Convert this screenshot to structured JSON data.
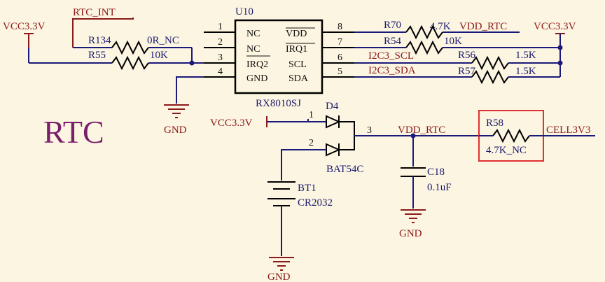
{
  "title": "RTC",
  "nets": {
    "vcc_left": "VCC3.3V",
    "vcc_right": "VCC3.3V",
    "vcc_diode": "VCC3.3V",
    "rtc_int": "RTC_INT",
    "vdd_rtc_top": "VDD_RTC",
    "vdd_rtc_mid": "VDD_RTC",
    "i2c3_scl": "I2C3_SCL",
    "i2c3_sda": "I2C3_SDA",
    "cell": "CELL3V3",
    "gnd_u10": "GND",
    "gnd_c18": "GND",
    "gnd_bt1": "GND"
  },
  "u10": {
    "ref": "U10",
    "part": "RX8010SJ",
    "pins_left": [
      {
        "num": "1",
        "name": "NC"
      },
      {
        "num": "2",
        "name": "NC"
      },
      {
        "num": "3",
        "name": "IRQ2"
      },
      {
        "num": "4",
        "name": "GND"
      }
    ],
    "pins_right": [
      {
        "num": "8",
        "name": "VDD"
      },
      {
        "num": "7",
        "name": "IRQ1"
      },
      {
        "num": "6",
        "name": "SCL"
      },
      {
        "num": "5",
        "name": "SDA"
      }
    ]
  },
  "resistors": {
    "r134": {
      "ref": "R134",
      "value": "0R_NC"
    },
    "r55": {
      "ref": "R55",
      "value": "10K"
    },
    "r70": {
      "ref": "R70",
      "value": "4.7K"
    },
    "r54": {
      "ref": "R54",
      "value": "10K"
    },
    "r56": {
      "ref": "R56",
      "value": "1.5K"
    },
    "r57": {
      "ref": "R57",
      "value": "1.5K"
    },
    "r58": {
      "ref": "R58",
      "value": "4.7K_NC"
    }
  },
  "d4": {
    "ref": "D4",
    "part": "BAT54C",
    "pin1": "1",
    "pin2": "2",
    "pin3": "3"
  },
  "c18": {
    "ref": "C18",
    "value": "0.1uF"
  },
  "bt1": {
    "ref": "BT1",
    "part": "CR2032"
  },
  "colors": {
    "wire": "#1a1a7a",
    "net_label": "#8b1a1a",
    "title": "#7a1f6b",
    "highlight": "#e03030",
    "background": "#fcf5e1"
  }
}
